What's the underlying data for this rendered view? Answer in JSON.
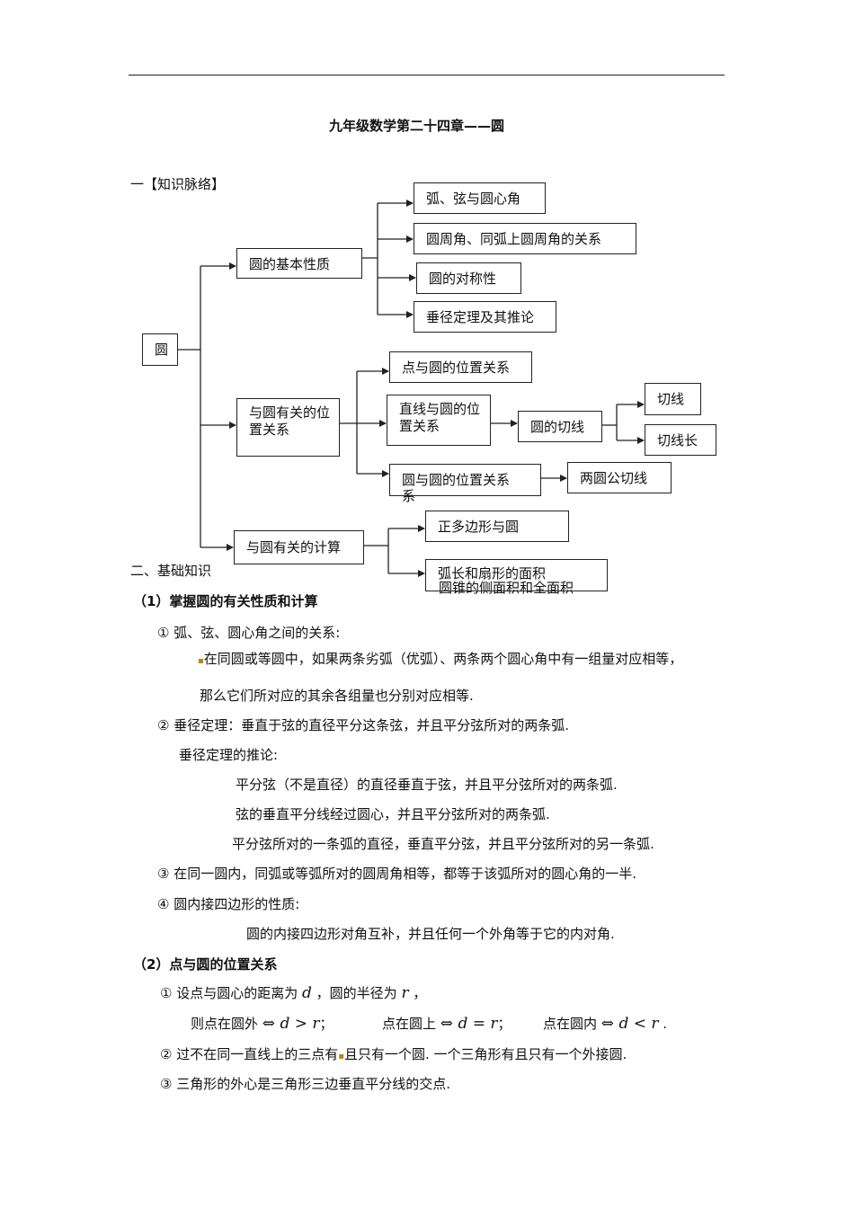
{
  "doc_title": "九年级数学第二十四章——圆",
  "section1_heading": "一【知识脉络】",
  "diagram": {
    "root": "圆",
    "basic_properties": "圆的基本性质",
    "bp_children": [
      "弧、弦与圆心角",
      "圆周角、同弧上圆周角的关系",
      "圆的对称性",
      "垂径定理及其推论"
    ],
    "position_relations": "与圆有关的位置关系",
    "point_circle": "点与圆的位置关系",
    "line_circle": "直线与圆的位置关系",
    "tangent_of_circle": "圆的切线",
    "tangent_line": "切线",
    "tangent_length": "切线长",
    "circle_circle": "圆与圆的位置关系",
    "circle_circle_extra": "系",
    "common_tangent": "两圆公切线",
    "calculation": "与圆有关的计算",
    "regular_polygon": "正多边形与圆",
    "arc_sector": "弧长和扇形的面积",
    "cone_area": "圆锥的侧面积和全面积"
  },
  "section2_heading": "二、基础知识",
  "sub1_heading": "（1）掌握圆的有关性质和计算",
  "sub1": {
    "item1_label": "①  弧、弦、圆心角之间的关系:",
    "item1_line1": "在同圆或等圆中，如果两条劣弧（优弧）、两条两个圆心角中有一组量对应相等，",
    "item1_line2": "那么它们所对应的其余各组量也分别对应相等.",
    "item2_label": "②  垂径定理：垂直于弦的直径平分这条弦，并且平分弦所对的两条弧.",
    "item2_sub": "垂径定理的推论:",
    "item2_l1": "平分弦（不是直径）的直径垂直于弦，并且平分弦所对的两条弧.",
    "item2_l2": "弦的垂直平分线经过圆心，并且平分弦所对的两条弧.",
    "item2_l3": "平分弦所对的一条弧的直径，垂直平分弦，并且平分弦所对的另一条弧.",
    "item3": "③  在同一圆内，同弧或等弧所对的圆周角相等，都等于该弧所对的圆心角的一半.",
    "item4_label": "④  圆内接四边形的性质:",
    "item4_text": "圆的内接四边形对角互补，并且任何一个外角等于它的内对角."
  },
  "sub2_heading": "（2）点与圆的位置关系",
  "sub2": {
    "item1_a": "①  设点与圆心的距离为",
    "var_d": "d",
    "item1_b": "，圆的半径为",
    "var_r": "r",
    "item1_c": "，",
    "out_label": "则点在圆外",
    "out_rel": "⇔  d > r",
    "on_label": "点在圆上",
    "on_rel": "⇔  d = r",
    "in_label": "点在圆内",
    "in_rel": "⇔  d < r",
    "semi": "；",
    "period": ".",
    "item2_a": "②  过不在同一直线上的三点有",
    "item2_b": "且只有一个圆.   一个三角形有且只有一个外接圆.",
    "item3": "③  三角形的外心是三角形三边垂直平分线的交点."
  }
}
